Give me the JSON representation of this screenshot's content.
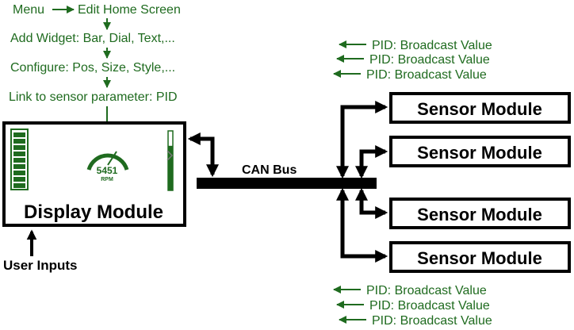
{
  "colors": {
    "accent_green": "#1f6b1f",
    "line_black": "#000000",
    "background": "#ffffff"
  },
  "workflow": {
    "step1_menu": "Menu",
    "step1_target": "Edit Home Screen",
    "step2": "Add Widget: Bar, Dial, Text,...",
    "step3": "Configure: Pos, Size, Style,...",
    "step4": "Link to sensor parameter: PID"
  },
  "display_module": {
    "title": "Display Module",
    "dial_value": "5451",
    "dial_unit": "RPM",
    "bar_widget_segments": 9,
    "vertical_bar_level": 0.75
  },
  "user_inputs": "User Inputs",
  "can_bus": "CAN Bus",
  "sensor_modules": [
    {
      "label": "Sensor Module"
    },
    {
      "label": "Sensor Module"
    },
    {
      "label": "Sensor Module"
    },
    {
      "label": "Sensor Module"
    }
  ],
  "broadcasts_top": [
    "PID: Broadcast Value",
    "PID: Broadcast Value",
    "PID: Broadcast Value"
  ],
  "broadcasts_bottom": [
    "PID: Broadcast Value",
    "PID: Broadcast Value",
    "PID: Broadcast Value"
  ]
}
